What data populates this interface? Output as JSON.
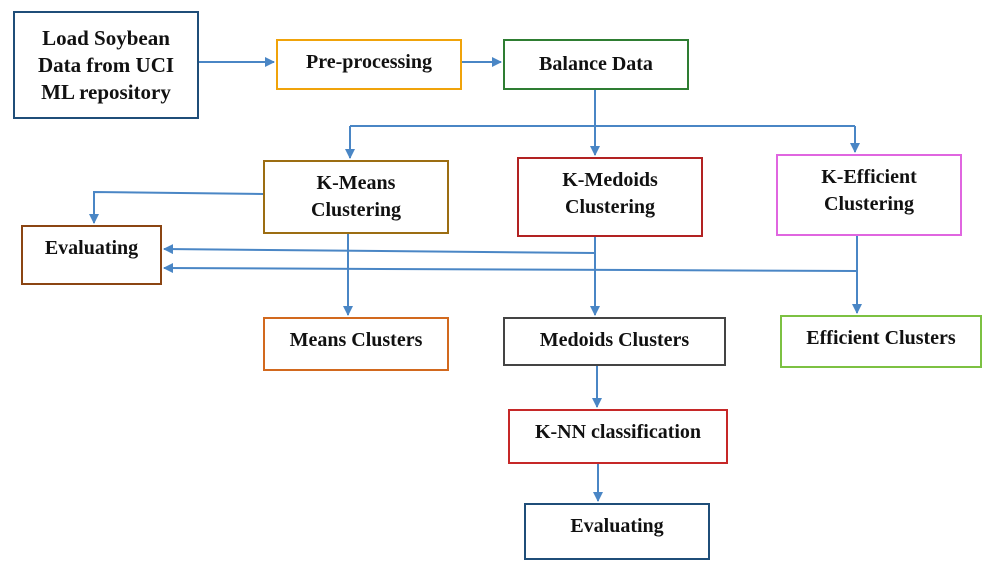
{
  "boxes": {
    "load": {
      "label": "Load Soybean\nData from UCI\nML repository",
      "color": "#1f4e79"
    },
    "preprocessing": {
      "label": "Pre-processing",
      "color": "#f0a30a"
    },
    "balance": {
      "label": "Balance Data",
      "color": "#2e7d32"
    },
    "kmeans": {
      "label": "K-Means\nClustering",
      "color": "#9c6d12"
    },
    "kmedoids": {
      "label": "K-Medoids\nClustering",
      "color": "#b22222"
    },
    "kefficient": {
      "label": "K-Efficient\nClustering",
      "color": "#e066e0"
    },
    "evaluating_top": {
      "label": "Evaluating",
      "color": "#8b4513"
    },
    "means_clusters": {
      "label": "Means Clusters",
      "color": "#d2691e"
    },
    "medoids_clusters": {
      "label": "Medoids Clusters",
      "color": "#444444"
    },
    "efficient_clusters": {
      "label": "Efficient Clusters",
      "color": "#7cc142"
    },
    "knn": {
      "label": "K-NN classification",
      "color": "#c62828"
    },
    "evaluating_bottom": {
      "label": "Evaluating",
      "color": "#1f4e79"
    }
  },
  "arrow_color": "#4a86c5"
}
